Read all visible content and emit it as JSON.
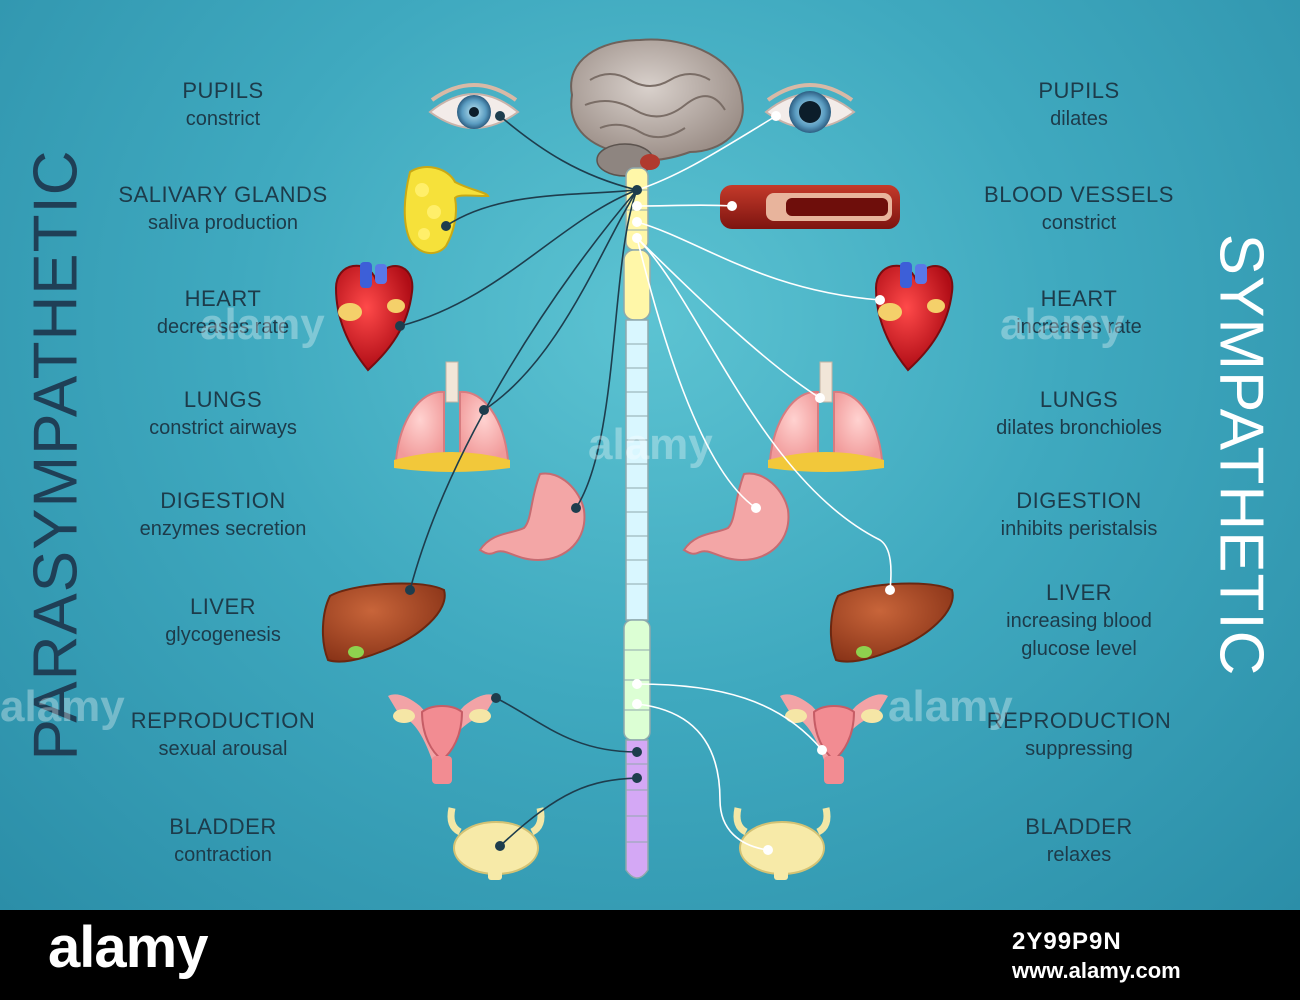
{
  "side_titles": {
    "left": "PARASYMPATHETIC",
    "right": "SYMPATHETIC"
  },
  "parasympathetic": [
    {
      "title": "PUPILS",
      "subtitle": [
        "constrict"
      ]
    },
    {
      "title": "SALIVARY GLANDS",
      "subtitle": [
        "saliva production"
      ]
    },
    {
      "title": "HEART",
      "subtitle": [
        "decreases rate"
      ]
    },
    {
      "title": "LUNGS",
      "subtitle": [
        "constrict airways"
      ]
    },
    {
      "title": "DIGESTION",
      "subtitle": [
        "enzymes secretion"
      ]
    },
    {
      "title": "LIVER",
      "subtitle": [
        "glycogenesis"
      ]
    },
    {
      "title": "REPRODUCTION",
      "subtitle": [
        "sexual arousal"
      ]
    },
    {
      "title": "BLADDER",
      "subtitle": [
        "contraction"
      ]
    }
  ],
  "sympathetic": [
    {
      "title": "PUPILS",
      "subtitle": [
        "dilates"
      ]
    },
    {
      "title": "BLOOD VESSELS",
      "subtitle": [
        "constrict"
      ]
    },
    {
      "title": "HEART",
      "subtitle": [
        "increases rate"
      ]
    },
    {
      "title": "LUNGS",
      "subtitle": [
        "dilates bronchioles"
      ]
    },
    {
      "title": "DIGESTION",
      "subtitle": [
        "inhibits peristalsis"
      ]
    },
    {
      "title": "LIVER",
      "subtitle": [
        "increasing blood",
        "glucose level"
      ]
    },
    {
      "title": "REPRODUCTION",
      "subtitle": [
        "suppressing"
      ]
    },
    {
      "title": "BLADDER",
      "subtitle": [
        "relaxes"
      ]
    }
  ],
  "colors": {
    "background": "#3fa9bf",
    "left_title": "#1f3f56",
    "right_title": "#ffffff",
    "para_nerve": "#1e3d4d",
    "symp_nerve": "#ffffff",
    "cervical": "#fff7a8",
    "thoracic": "#d9f7ff",
    "lumbar": "#dcffd4",
    "sacral": "#d4a8f5"
  },
  "footer": {
    "logo": "alamy",
    "image_id": "2Y99P9N",
    "url": "www.alamy.com",
    "watermark": "alamy"
  }
}
